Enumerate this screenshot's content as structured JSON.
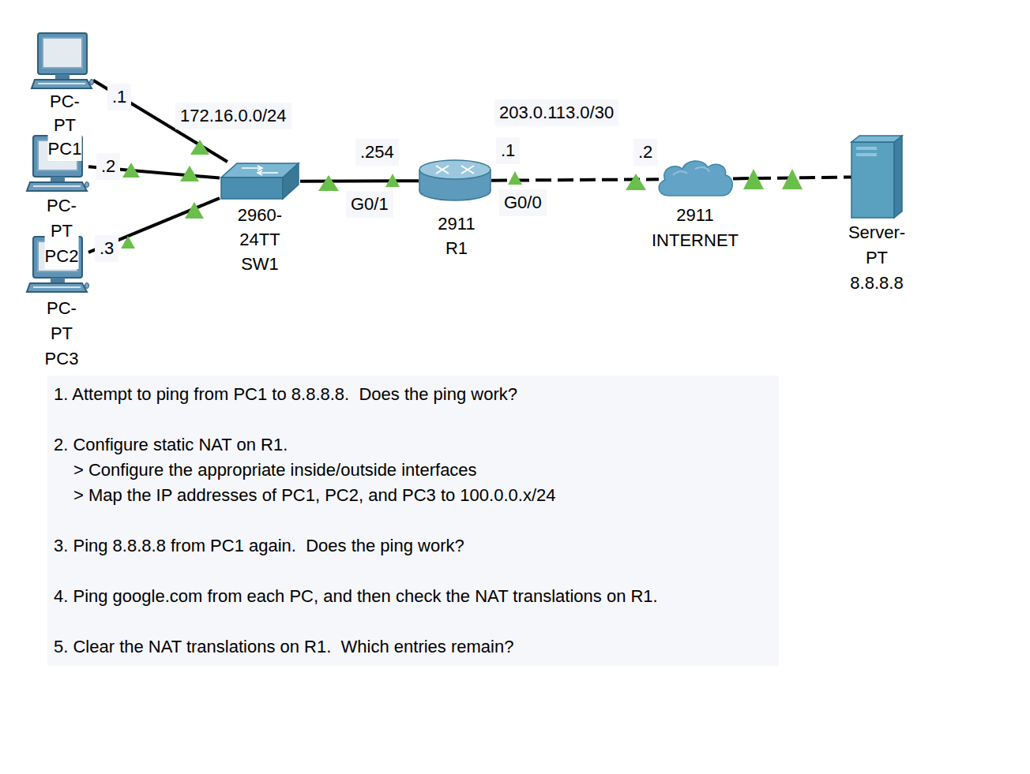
{
  "diagram": {
    "nodes": [
      {
        "text": [
          "PC-PT PC1"
        ]
      },
      {
        "text": [
          "PC-PT PC2"
        ]
      },
      {
        "text": [
          "PC-PT PC3"
        ]
      },
      {
        "text": [
          "2960-24TT SW1"
        ]
      },
      {
        "text": [
          "2911 R1"
        ]
      },
      {
        "text": [
          "2911 INTERNET"
        ]
      },
      {
        "text": [
          "Server-PT 8.8.8.8"
        ]
      },
      {
        "text": [
          "1. Attempt to ping from PC1 to 8.8.8.8.  Does the ping work?",
          "2. Configure static NAT on R1.",
          "> Configure the appropriate inside/outside interfaces",
          "> Map the IP addresses of PC1, PC2, and PC3 to 100.0.0.x/24",
          "3. Ping 8.8.8.8 from PC1 again.  Does the ping work?",
          "4. Ping google.com from each PC, and then check the NAT translations on R1.",
          "5. Clear the NAT translations on R1.  Which entries remain?"
        ]
      }
    ],
    "edges": [
      {
        "from": 0,
        "to": 3,
        "arrow": "none"
      },
      {
        "from": 1,
        "to": 3,
        "arrow": "none"
      },
      {
        "from": 2,
        "to": 3,
        "arrow": "none"
      },
      {
        "from": 3,
        "to": 4,
        "arrow": "none"
      },
      {
        "from": 4,
        "to": 5,
        "arrow": "none"
      },
      {
        "from": 5,
        "to": 6,
        "arrow": "none"
      }
    ],
    "labels": [
      ".1",
      ".2",
      ".3",
      "172.16.0.0/24",
      ".254",
      "G0/1",
      "203.0.113.0/30",
      ".1",
      "G0/0",
      ".2"
    ]
  }
}
